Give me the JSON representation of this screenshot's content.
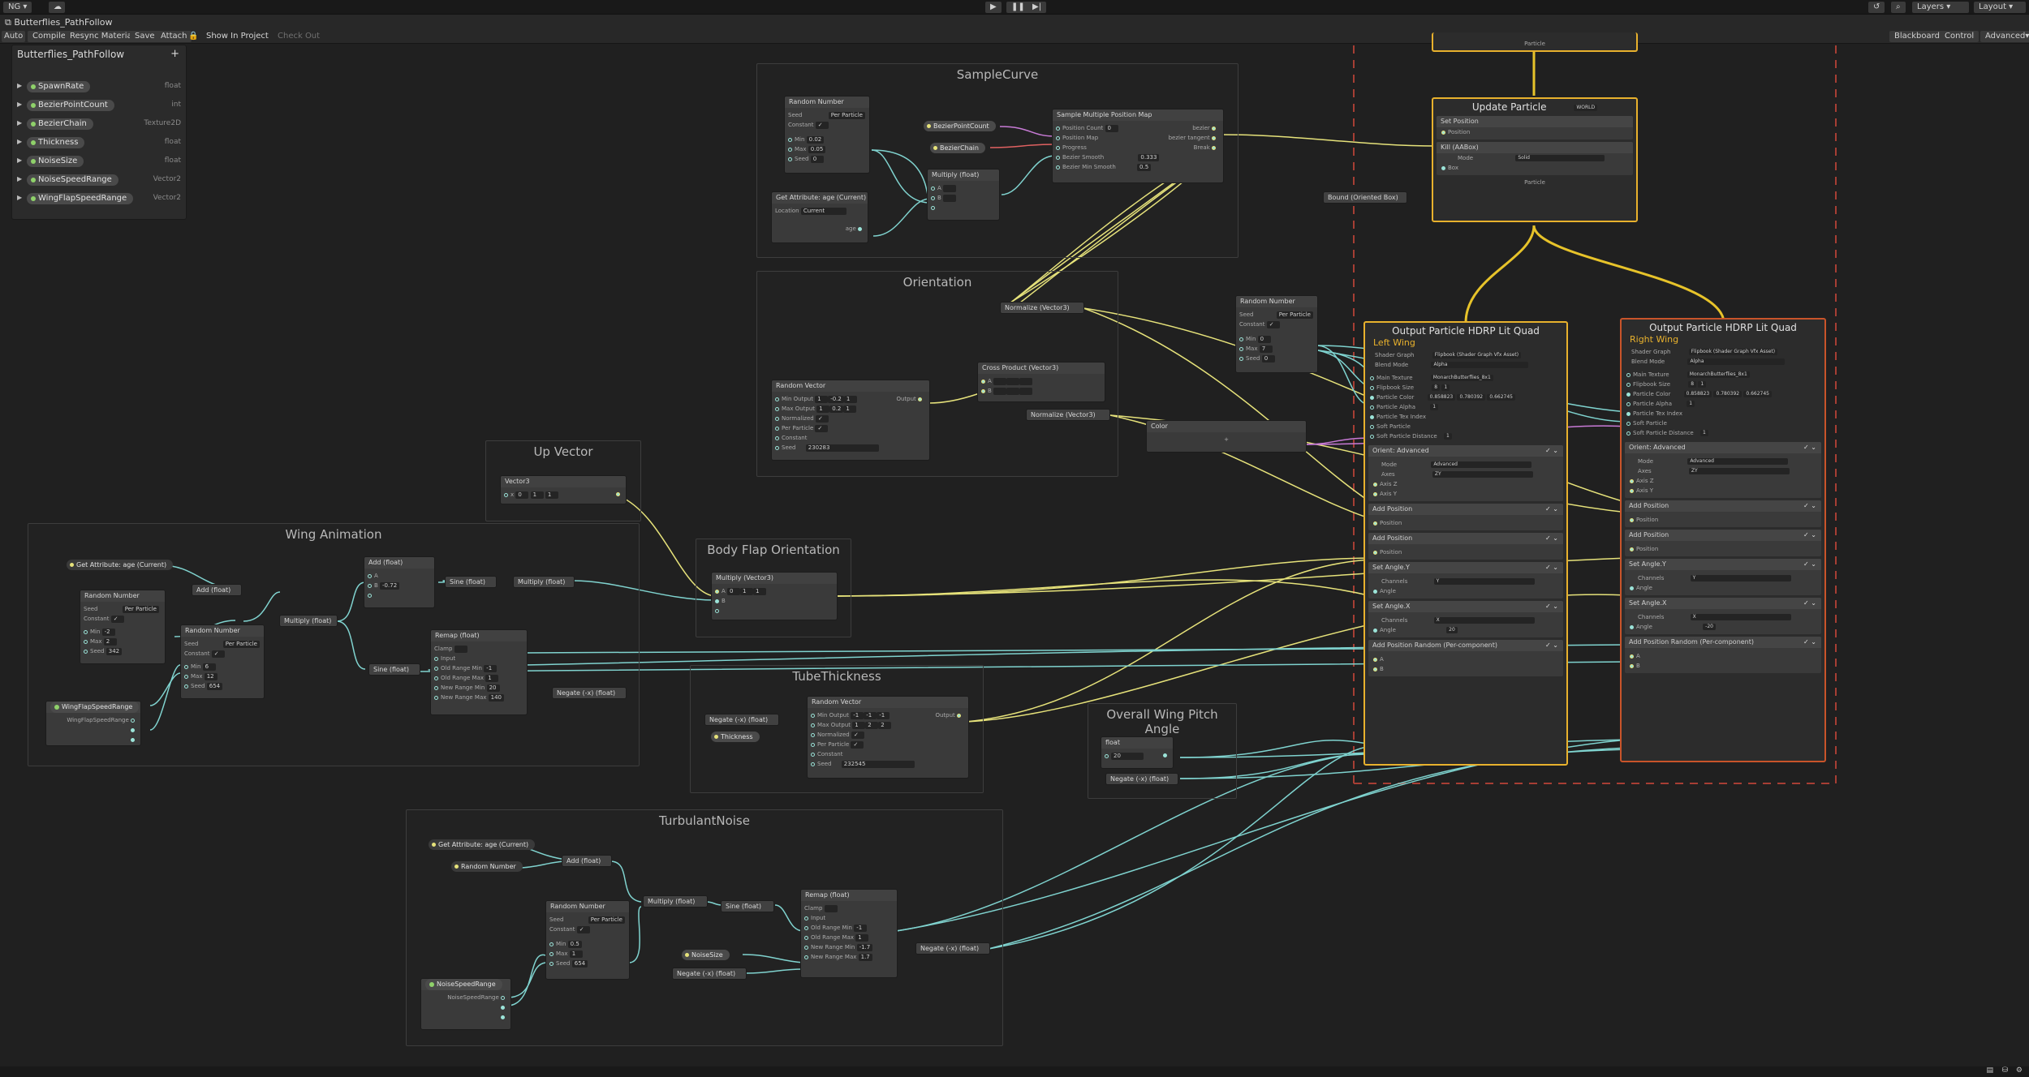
{
  "app": {
    "account": "NG",
    "tab_title": "Butterflies_PathFollow",
    "toolbar": [
      "Auto",
      "Compile",
      "Resync Material",
      "Save",
      "Attach"
    ],
    "show_in_project": "Show In Project",
    "check_out": "Check Out",
    "right_toggles": [
      "Blackboard",
      "Control",
      "Advanced▾"
    ],
    "layers": "Layers",
    "layout": "Layout"
  },
  "blackboard": {
    "title": "Butterflies_PathFollow",
    "items": [
      {
        "name": "SpawnRate",
        "type": "float"
      },
      {
        "name": "BezierPointCount",
        "type": "int"
      },
      {
        "name": "BezierChain",
        "type": "Texture2D"
      },
      {
        "name": "Thickness",
        "type": "float"
      },
      {
        "name": "NoiseSize",
        "type": "float"
      },
      {
        "name": "NoiseSpeedRange",
        "type": "Vector2"
      },
      {
        "name": "WingFlapSpeedRange",
        "type": "Vector2"
      }
    ]
  },
  "groups": {
    "sample_curve": "SampleCurve",
    "orientation": "Orientation",
    "up_vector": "Up Vector",
    "wing_animation": "Wing Animation",
    "body_flap": "Body Flap Orientation",
    "tube_thickness": "TubeThickness",
    "wing_pitch": "Overall Wing Pitch Angle",
    "turbulant_noise": "TurbulantNoise"
  },
  "nodes": {
    "random_number": "Random Number",
    "seed": "Seed",
    "per_particle": "Per Particle",
    "constant": "Constant",
    "min": "Min",
    "max": "Max",
    "get_age": "Get Attribute: age (Current)",
    "location": "Location",
    "current": "Current",
    "age": "age",
    "multiply_float": "Multiply (float)",
    "bezier_point_count": "BezierPointCount",
    "bezier_chain": "BezierChain",
    "sample_multiple": "Sample Multiple Position Map",
    "position_count": "Position Count",
    "position_map": "Position Map",
    "progress": "Progress",
    "bezier_smooth": "Bezier Smooth",
    "bezier_min_smooth": "Bezier Min Smooth",
    "bezier": "bezier",
    "bezier_tangent": "bezier tangent",
    "break": "Break",
    "normalize_v3": "Normalize (Vector3)",
    "random_vector": "Random Vector",
    "min_output": "Min Output",
    "max_output": "Max Output",
    "normalized": "Normalized",
    "output": "Output",
    "cross_product": "Cross Product (Vector3)",
    "color": "Color",
    "vector3": "Vector3",
    "add_float": "Add (float)",
    "sine_float": "Sine (float)",
    "remap_float": "Remap (float)",
    "clamp": "Clamp",
    "input": "Input",
    "old_range_min": "Old Range Min",
    "old_range_max": "Old Range Max",
    "new_range_min": "New Range Min",
    "new_range_max": "New Range Max",
    "negate": "Negate (-x) (float)",
    "multiply_v3": "Multiply (Vector3)",
    "thickness": "Thickness",
    "float": "float",
    "noise_size": "NoiseSize",
    "noise_speed_range": "NoiseSpeedRange",
    "wing_flap_speed_range": "WingFlapSpeedRange",
    "bound": "Bound (Oriented Box)",
    "vals": {
      "sc_min": "0.02",
      "sc_max": "0.05",
      "sc_seed": "0",
      "smooth": "0.333",
      "minsmooth": "0.5",
      "rv_min": [
        "1",
        "-0.2",
        "1"
      ],
      "rv_max": [
        "1",
        "0.2",
        "1"
      ],
      "rv_seed": "230283",
      "rn2_min": "0",
      "rn2_max": "7",
      "rn2_seed": "0",
      "up": [
        "0",
        "1",
        "1"
      ],
      "wa_min": "-2",
      "wa_max": "2",
      "wa_seed": "342",
      "wa2_min": "6",
      "wa2_max": "12",
      "wa2_seed": "654",
      "add_b": "-0.72",
      "remap": [
        "-1",
        "1",
        "20",
        "140"
      ],
      "tt_min": [
        "-1",
        "-1",
        "-1"
      ],
      "tt_max": [
        "1",
        "2",
        "2"
      ],
      "tt_seed": "232545",
      "pitch": "20",
      "tn_min": "0.5",
      "tn_max": "1",
      "tn_seed": "654",
      "tn_remap": [
        "-1",
        "1",
        "-1.7",
        "1.7"
      ]
    }
  },
  "contexts": {
    "particle": "Particle",
    "update": "Update Particle",
    "set_position": "Set Position",
    "position": "Position",
    "kill_aabox": "Kill (AABox)",
    "mode": "Mode",
    "solid": "Solid",
    "box": "Box",
    "output_quad": "Output Particle HDRP Lit Quad",
    "left_wing": "Left Wing",
    "right_wing": "Right Wing",
    "world": "WORLD",
    "shader_graph": "Shader Graph",
    "shader_val": "Flipbook (Shader Graph Vfx Asset)",
    "blend_mode": "Blend Mode",
    "alpha": "Alpha",
    "main_texture": "Main Texture",
    "tex_val": "MonarchButterflies_8x1",
    "flipbook_size": "Flipbook Size",
    "particle_color": "Particle Color",
    "particle_alpha": "Particle Alpha",
    "particle_tex_index": "Particle Tex Index",
    "soft_particle": "Soft Particle",
    "soft_particle_distance": "Soft Particle Distance",
    "orient_advanced": "Orient: Advanced",
    "advanced": "Advanced",
    "axes": "Axes",
    "zy": "ZY",
    "axis_z": "Axis Z",
    "axis_y": "Axis Y",
    "add_position": "Add Position",
    "set_angle_y": "Set Angle.Y",
    "set_angle_x": "Set Angle.X",
    "channels": "Channels",
    "y": "Y",
    "x": "X",
    "angle": "Angle",
    "add_pos_random": "Add Position Random (Per-component)",
    "a": "A",
    "b": "B",
    "one": "1",
    "eight": "8",
    "neg20": "-20",
    "twenty": "20",
    "color_vals": [
      "0.858823",
      "0.780392",
      "0.662745"
    ]
  }
}
